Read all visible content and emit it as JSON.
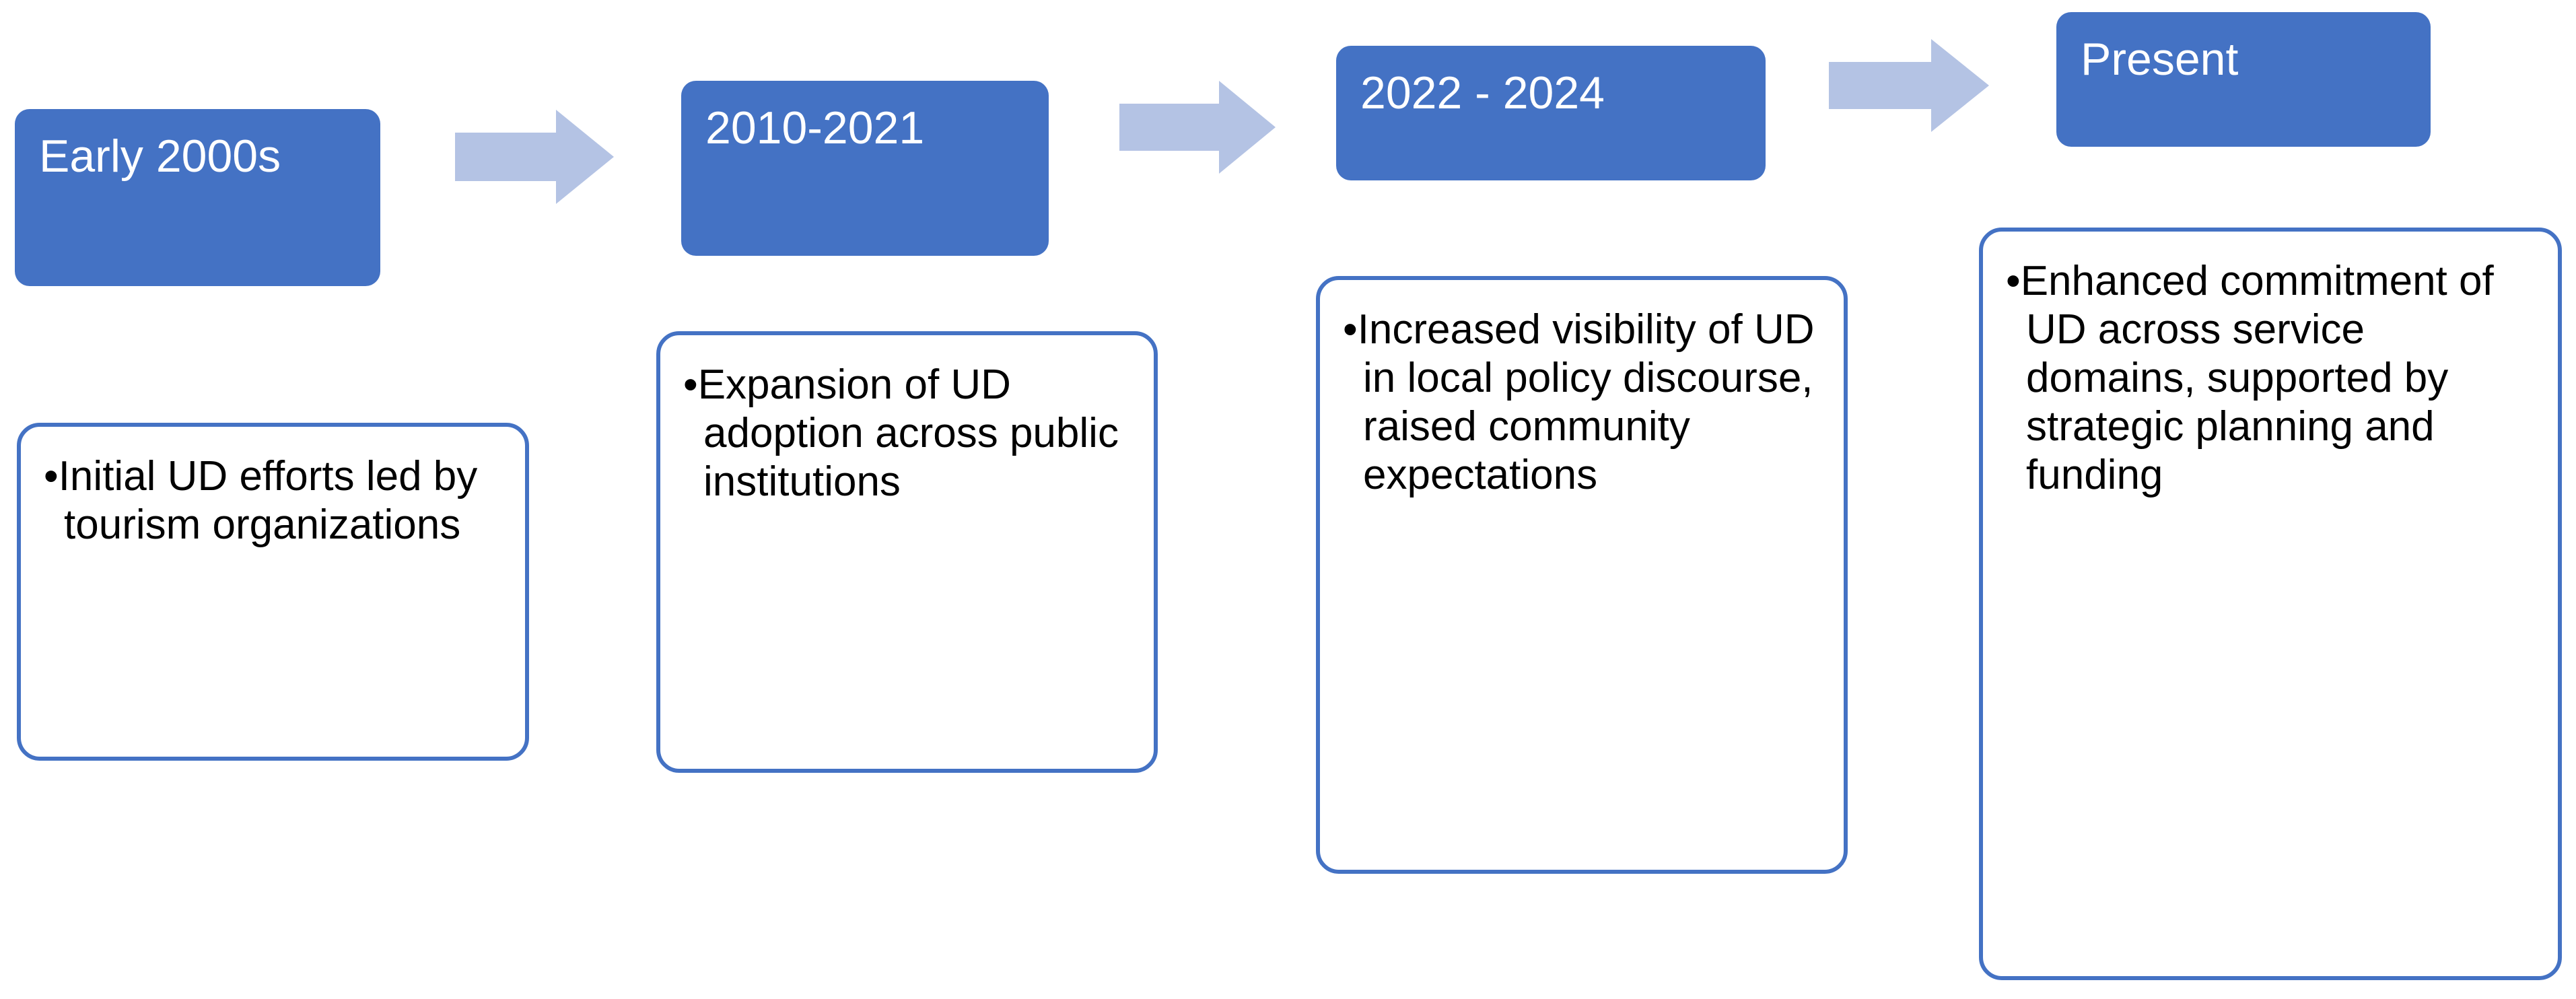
{
  "diagram": {
    "title_present": false,
    "colors": {
      "chip_fill": "#4472C4",
      "chip_text": "#FFFFFF",
      "box_border": "#4472C4",
      "box_fill": "#FFFFFF",
      "box_text": "#000000",
      "arrow_fill": "#B4C3E4",
      "background": "#FFFFFF"
    },
    "stages": [
      {
        "period_label": "Early 2000s",
        "detail_text": "•Initial UD efforts led by tourism organizations"
      },
      {
        "period_label": "2010-2021",
        "detail_text": "•Expansion of UD adoption across public institutions"
      },
      {
        "period_label": "2022 - 2024",
        "detail_text": "•Increased visibility of UD in local policy discourse, raised community expectations"
      },
      {
        "period_label": "Present",
        "detail_text": "•Enhanced commitment of UD across service domains, supported by strategic planning and funding"
      }
    ],
    "connectors": [
      {
        "icon": "right-arrow-icon",
        "from": "Early 2000s",
        "to": "2010-2021"
      },
      {
        "icon": "right-arrow-icon",
        "from": "2010-2021",
        "to": "2022 - 2024"
      },
      {
        "icon": "right-arrow-icon",
        "from": "2022 - 2024",
        "to": "Present"
      }
    ]
  }
}
